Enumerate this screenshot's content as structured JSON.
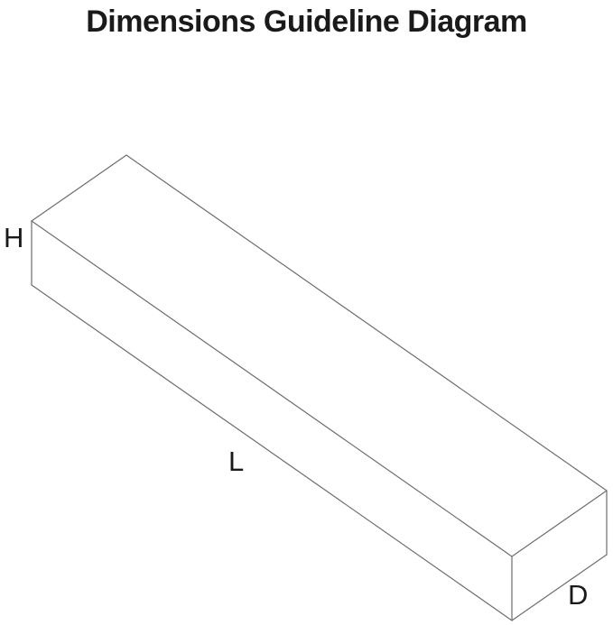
{
  "title": "Dimensions Guideline Diagram",
  "diagram": {
    "labels": {
      "height": "H",
      "length": "L",
      "depth": "D"
    },
    "colors": {
      "line": "#6e6e6e",
      "text": "#1a1a1a",
      "background": "#ffffff"
    }
  }
}
